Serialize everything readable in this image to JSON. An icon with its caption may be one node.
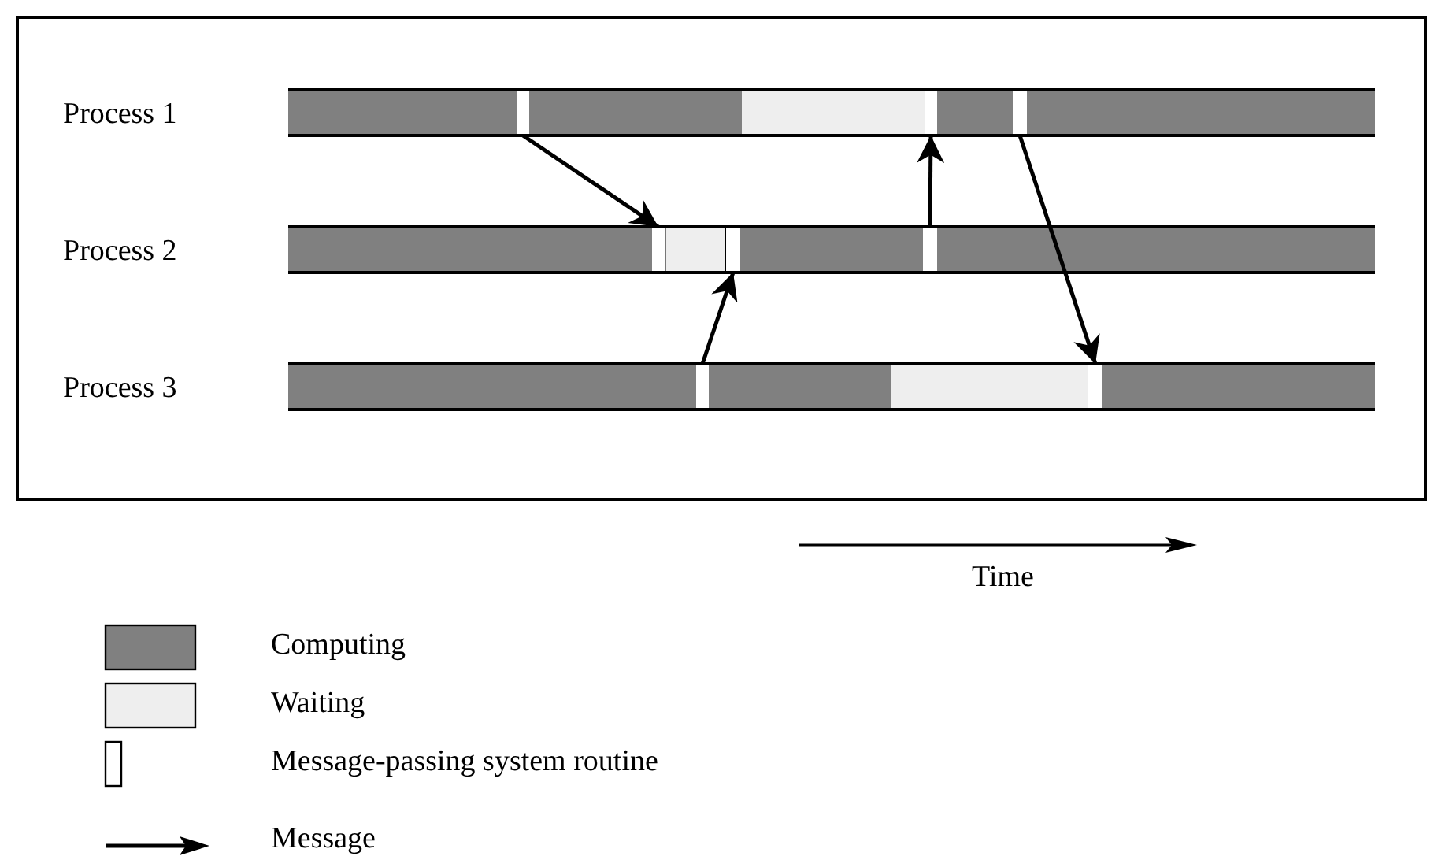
{
  "diagram": {
    "nodes": [
      {
        "text": [],
        "shape": "bar"
      },
      {
        "text": [],
        "shape": "bar"
      },
      {
        "text": [],
        "shape": "bar"
      },
      {
        "text": [],
        "shape": "bar"
      },
      {
        "text": [],
        "shape": "bar"
      },
      {
        "text": [],
        "shape": "bar"
      },
      {
        "text": [],
        "shape": "bar"
      },
      {
        "text": [],
        "shape": "bar"
      }
    ],
    "edges": [
      {
        "from": 0,
        "to": 3,
        "arrow": "to"
      },
      {
        "from": 6,
        "to": 4,
        "arrow": "to"
      },
      {
        "from": 5,
        "to": 1,
        "arrow": "to"
      },
      {
        "from": 2,
        "to": 7,
        "arrow": "to"
      }
    ],
    "labels": [
      "Process 1",
      "Process 2",
      "Process 3",
      "Time"
    ],
    "legend": [
      {
        "text": "Computing",
        "color": "#808080"
      },
      {
        "text": "Waiting",
        "color": "#eeeeee"
      },
      {
        "text": "Message-passing system routine"
      },
      {
        "text": "Message"
      }
    ]
  }
}
